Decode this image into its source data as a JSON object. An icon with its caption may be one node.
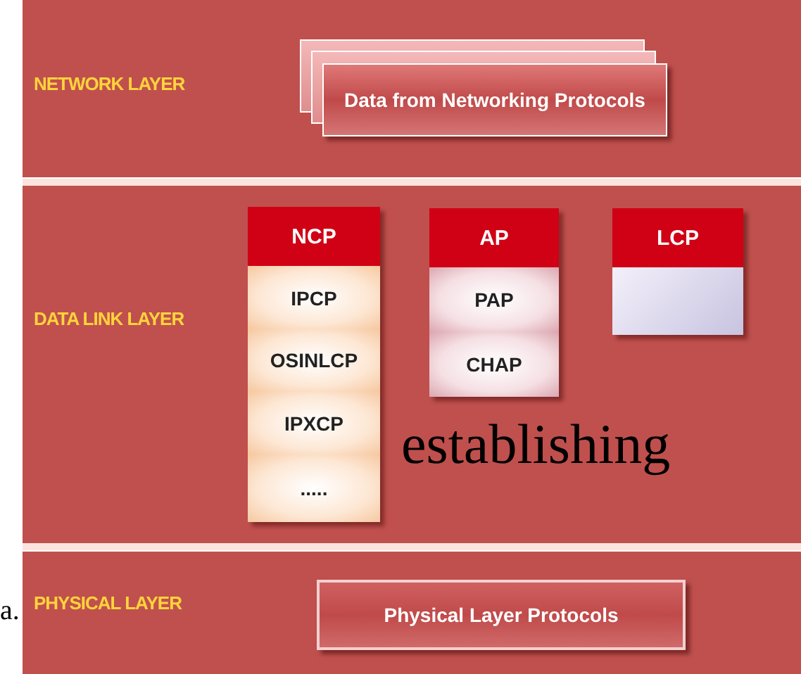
{
  "diagram": {
    "nodes": [
      {
        "text": [
          "NETWORK LAYER"
        ]
      },
      {
        "text": [
          "Data from Networking Protocols"
        ],
        "in": 0
      },
      {
        "text": [
          "DATA LINK LAYER"
        ]
      },
      {
        "text": [
          "NCP"
        ],
        "in": 2
      },
      {
        "text": [
          "IPCP"
        ],
        "in": 3
      },
      {
        "text": [
          "OSINLCP"
        ],
        "in": 3
      },
      {
        "text": [
          "IPXCP"
        ],
        "in": 3
      },
      {
        "text": [
          "....."
        ],
        "in": 3
      },
      {
        "text": [
          "AP"
        ],
        "in": 2
      },
      {
        "text": [
          "PAP"
        ],
        "in": 8
      },
      {
        "text": [
          "CHAP"
        ],
        "in": 8
      },
      {
        "text": [
          "LCP"
        ],
        "in": 2
      },
      {
        "text": [],
        "shape": "box",
        "in": 11
      },
      {
        "text": [
          "PHYSICAL LAYER"
        ]
      },
      {
        "text": [
          "Physical Layer Protocols"
        ],
        "in": 13
      }
    ],
    "edges": [],
    "labels": [
      "establishing",
      "a."
    ]
  }
}
